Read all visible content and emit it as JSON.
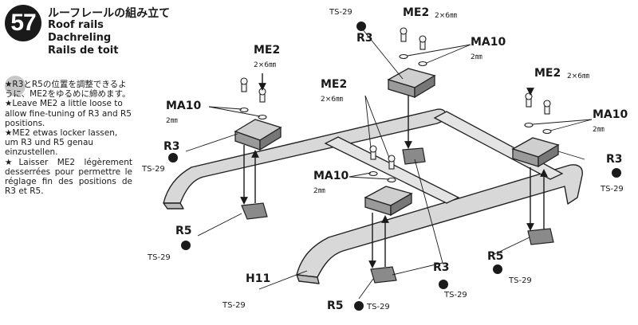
{
  "step": {
    "number": "57"
  },
  "titles": {
    "jp": "ルーフレールの組み立て",
    "en": "Roof rails",
    "de": "Dachreling",
    "fr": "Rails de toit"
  },
  "notes": {
    "jp": "★R3とR5の位置を調整できるように、ME2をゆるめに締めます。",
    "en": "★Leave ME2 a little loose to allow fine-tuning of R3 and R5 positions.",
    "de": "★ME2 etwas locker lassen, um R3 und R5 genau einzustellen.",
    "fr": "★Laisser ME2 légèrement desserrées pour permettre le réglage fin des positions de R3 et R5."
  },
  "labels": {
    "me2": "ME2",
    "me2_size": "2×6㎜",
    "ma10": "MA10",
    "ma10_size": "2㎜",
    "r3": "R3",
    "r5": "R5",
    "h11": "H11",
    "ts29": "TS-29"
  }
}
